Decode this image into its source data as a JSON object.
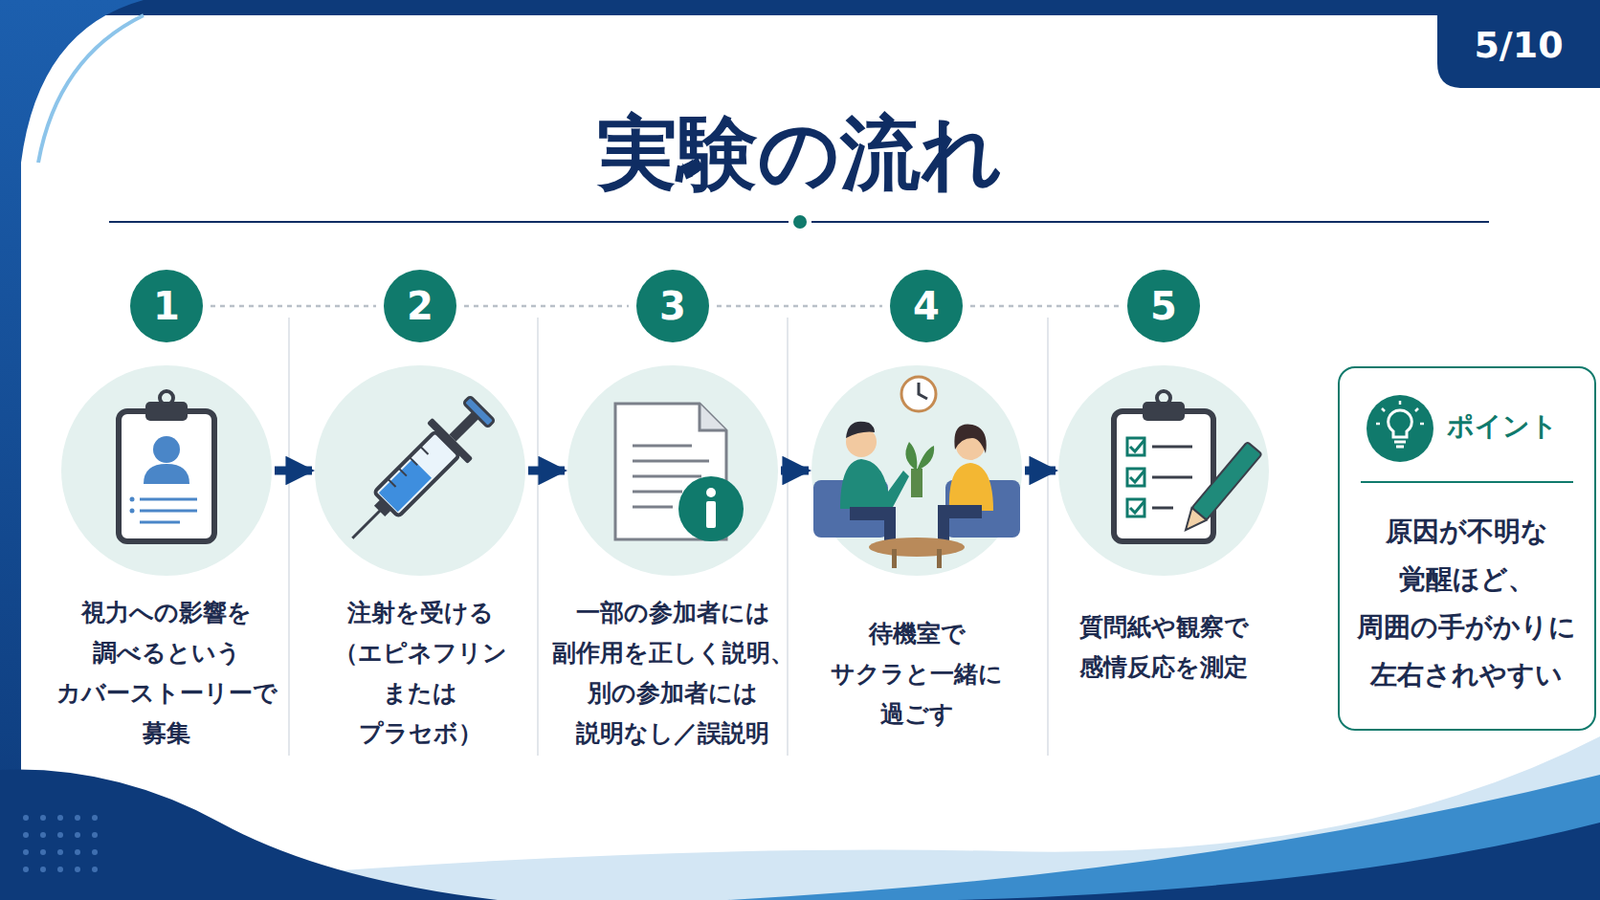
{
  "diagram": {
    "title": "実験の流れ",
    "nodes": [
      {
        "text": [
          "1"
        ]
      },
      {
        "text": [
          "2"
        ]
      },
      {
        "text": [
          "3"
        ]
      },
      {
        "text": [
          "4"
        ]
      },
      {
        "text": [
          "5"
        ]
      },
      {
        "text": [
          "視力への影響を 調べるという カバーストーリーで 募集"
        ]
      },
      {
        "text": [
          "注射を受ける （エピネフリン または プラセボ）"
        ]
      },
      {
        "text": [
          "一部の参加者には 副作用を正しく説明、 別の参加者には 説明なし／誤説明"
        ]
      },
      {
        "text": [
          "待機室で サクラと一緒に 過ごす"
        ]
      },
      {
        "text": [
          "質問紙や観察で 感情反応を測定"
        ]
      },
      {
        "text": [
          "ポイント",
          "原因が不明な 覚醒ほど、 周囲の手がかりに 左右されやすい"
        ]
      }
    ],
    "edges": [
      {
        "from": 0,
        "to": 1,
        "arrow": "none"
      },
      {
        "from": 1,
        "to": 2,
        "arrow": "none"
      },
      {
        "from": 2,
        "to": 3,
        "arrow": "none"
      },
      {
        "from": 3,
        "to": 4,
        "arrow": "none"
      },
      {
        "from": 5,
        "to": 6,
        "arrow": "to"
      },
      {
        "from": 6,
        "to": 7,
        "arrow": "to"
      },
      {
        "from": 7,
        "to": 8,
        "arrow": "to"
      },
      {
        "from": 8,
        "to": 9,
        "arrow": "to"
      }
    ],
    "labels": [
      "5/10"
    ]
  }
}
